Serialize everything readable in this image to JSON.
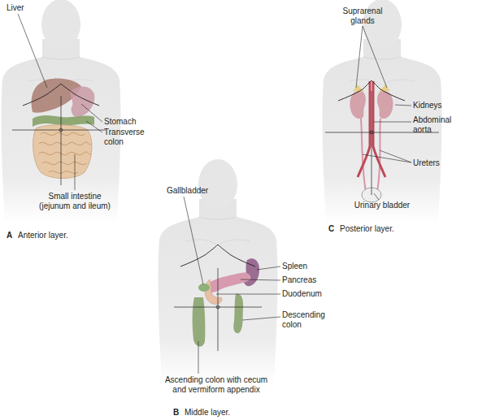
{
  "diagram": {
    "labels": [
      "Liver",
      "Stomach",
      "Transverse colon",
      "Small intestine (jejunum and ileum)",
      "A",
      "Anterior layer.",
      "Gallbladder",
      "Spleen",
      "Pancreas",
      "Duodenum",
      "Descending colon",
      "Ascending colon with cecum and vermiform appendix",
      "B",
      "Middle layer.",
      "Suprarenal glands",
      "Kidneys",
      "Abdominal aorta",
      "Ureters",
      "Urinary bladder",
      "C",
      "Posterior layer."
    ]
  }
}
